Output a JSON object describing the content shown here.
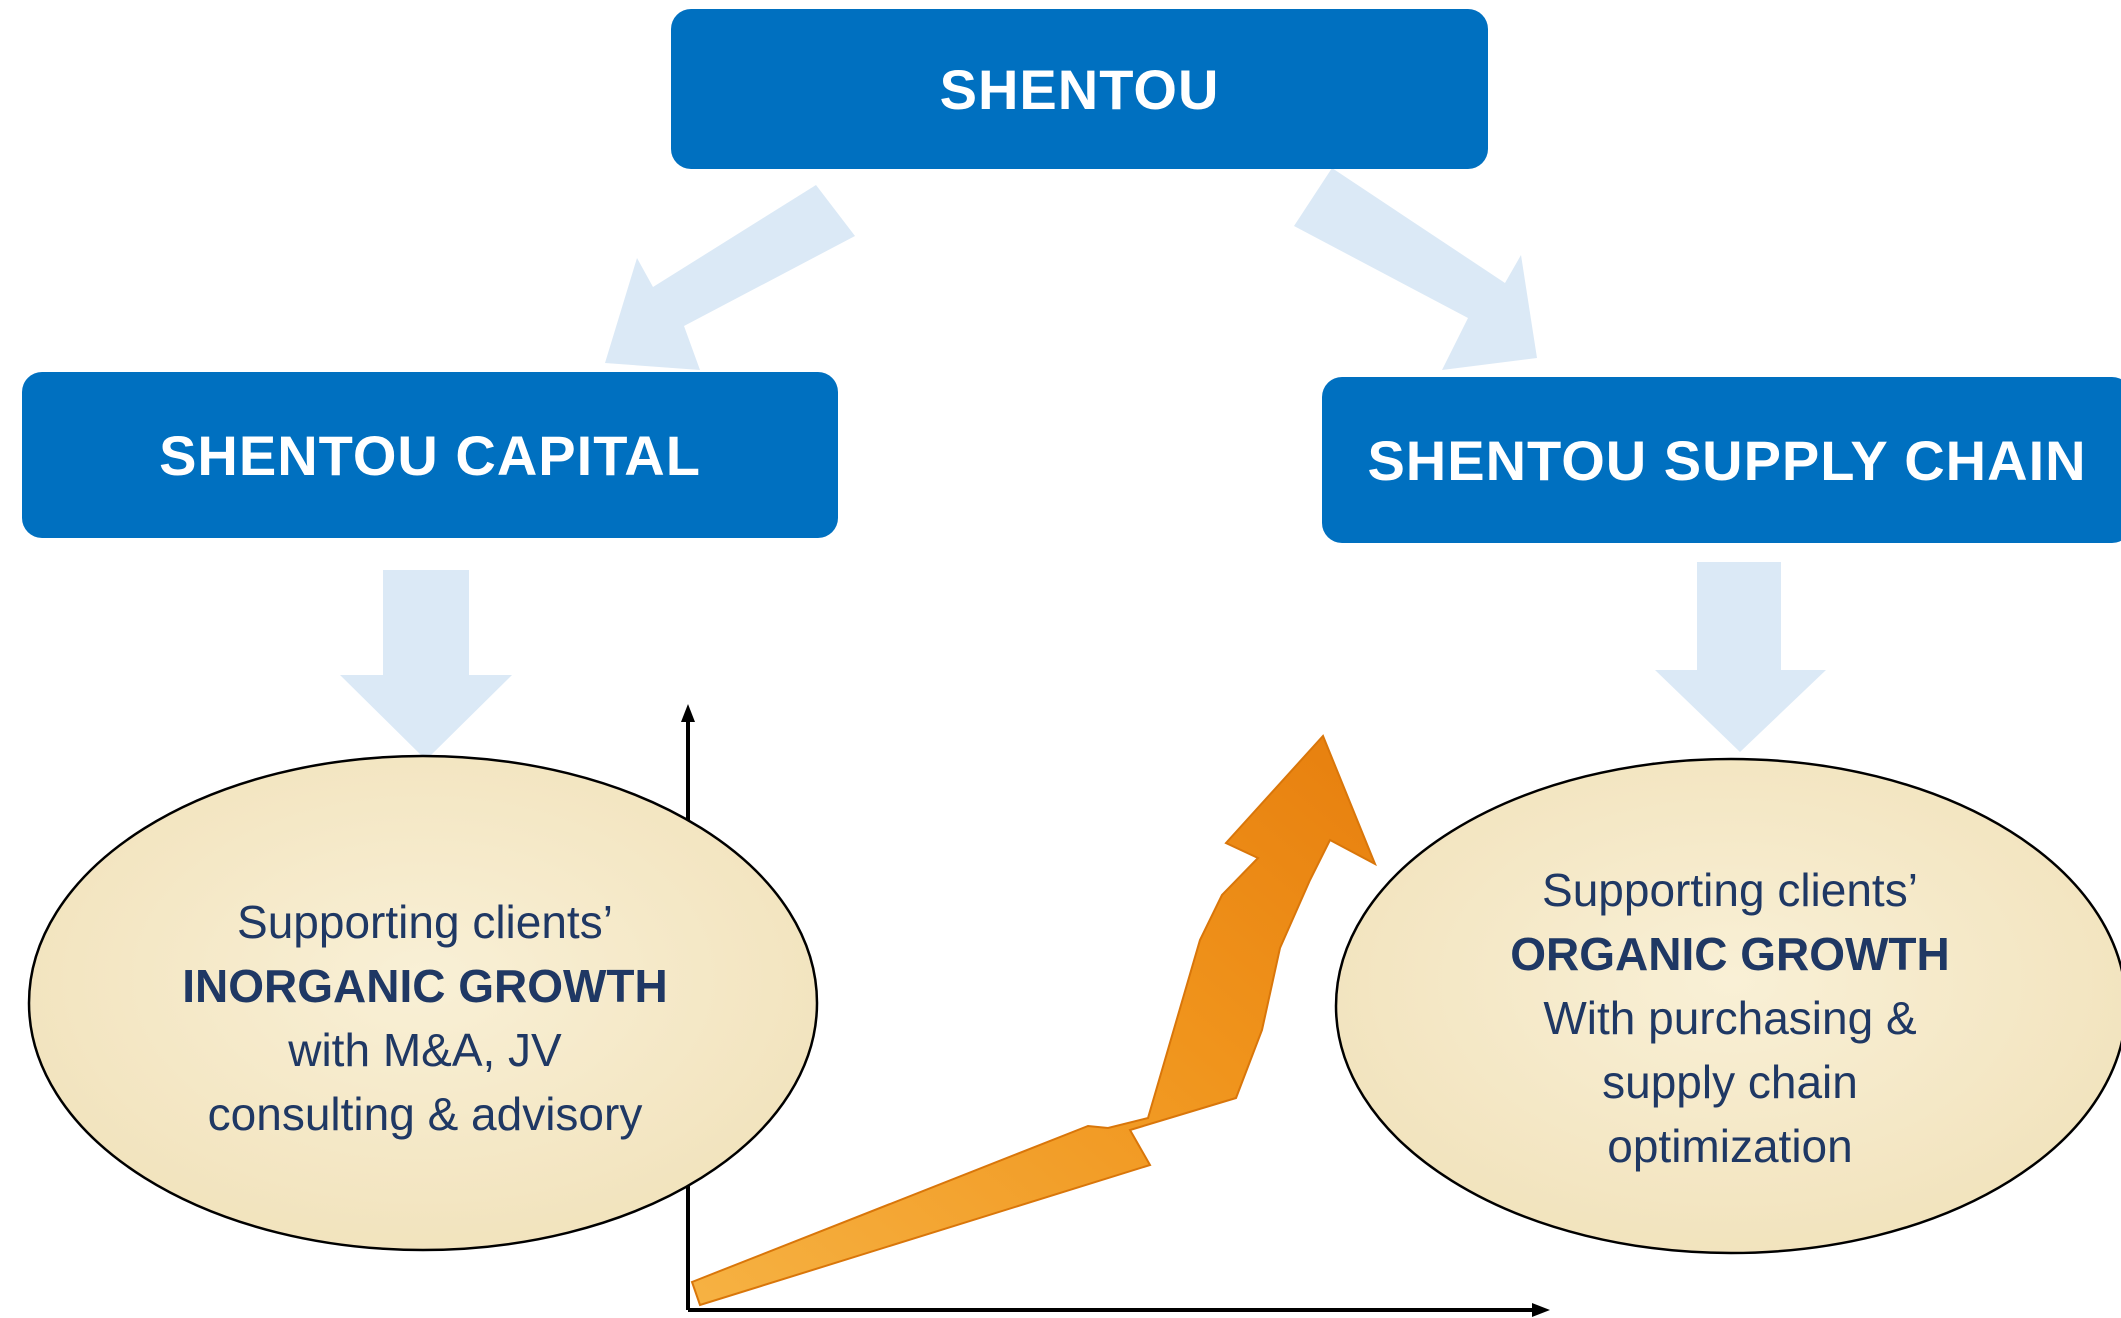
{
  "boxes": {
    "top": "SHENTOU",
    "left": "SHENTOU CAPITAL",
    "right": "SHENTOU SUPPLY CHAIN"
  },
  "left_ellipse": {
    "line1": "Supporting clients’",
    "line2": "INORGANIC GROWTH",
    "line3": "with M&A, JV",
    "line4": "consulting & advisory"
  },
  "right_ellipse": {
    "line1": "Supporting clients’",
    "line2": "ORGANIC GROWTH",
    "line3": "With purchasing &",
    "line4": "supply chain",
    "line5": "optimization"
  },
  "colors": {
    "box_fill": "#0070c0",
    "arrow_fill": "#dbe9f6",
    "ellipse_fill": "#f6ebcc",
    "growth_arrow": "#f09a1a",
    "text_dark": "#1f3864"
  }
}
